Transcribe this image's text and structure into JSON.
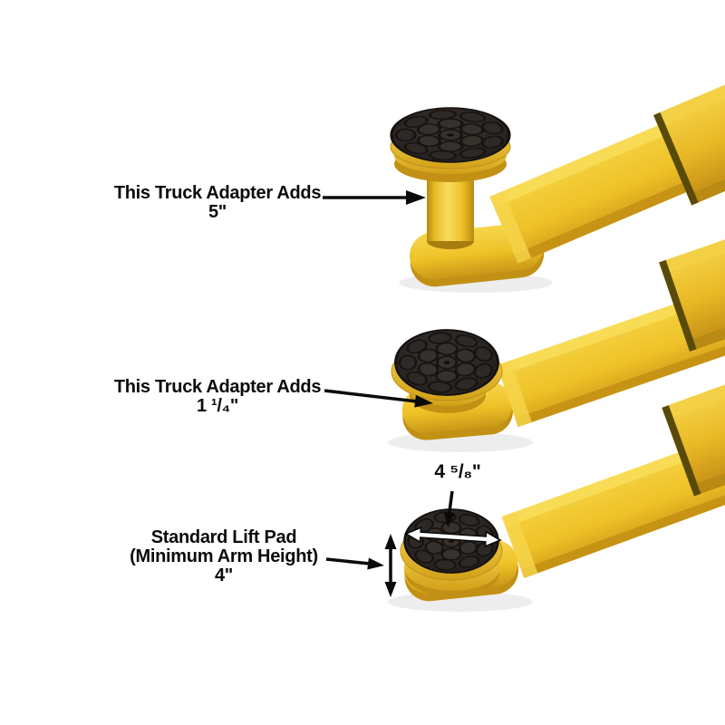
{
  "figure": {
    "title": "Truck adapter height comparison diagram",
    "background_color": "#ffffff",
    "annotations": {
      "adapter_5": {
        "line1": "This Truck Adapter Adds",
        "line2": "5\""
      },
      "adapter_1_25": {
        "line1": "This Truck Adapter Adds",
        "line2": "1 ¹/₄\""
      },
      "standard_pad": {
        "line1": "Standard Lift Pad",
        "line2": "(Minimum Arm Height)",
        "line3": "4\""
      },
      "pad_diameter": {
        "label": "4 ⁵/₈\""
      }
    },
    "icons": [
      "pointer-arrow-icon",
      "double-arrow-vertical-icon",
      "double-arrow-horizontal-icon",
      "arrow-down-icon"
    ],
    "colors": {
      "arm_yellow": "#efc22a",
      "arm_yellow_light": "#f8dc55",
      "arm_yellow_dark": "#c79314",
      "pad_rubber": "#272220",
      "annotation": "#0b0b0b"
    }
  }
}
